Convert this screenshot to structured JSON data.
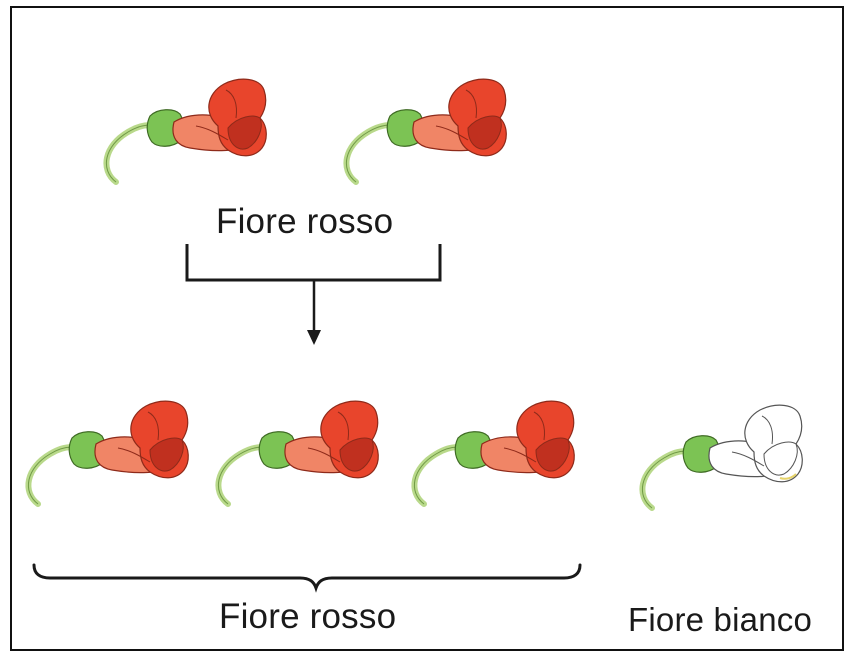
{
  "labels": {
    "parents": "Fiore rosso",
    "offspring_red": "Fiore rosso",
    "offspring_white": "Fiore bianco"
  },
  "colors": {
    "red_petal": "#e8452c",
    "red_petal_light": "#f08566",
    "red_petal_dark": "#c0301f",
    "white_petal": "#ffffff",
    "sepal": "#7cc354",
    "stem": "#b9d98b",
    "line": "#1a1a1a"
  },
  "diagram": {
    "parent_flowers": [
      {
        "color": "red"
      },
      {
        "color": "red"
      }
    ],
    "offspring_flowers": [
      {
        "color": "red"
      },
      {
        "color": "red"
      },
      {
        "color": "red"
      },
      {
        "color": "white"
      }
    ]
  }
}
